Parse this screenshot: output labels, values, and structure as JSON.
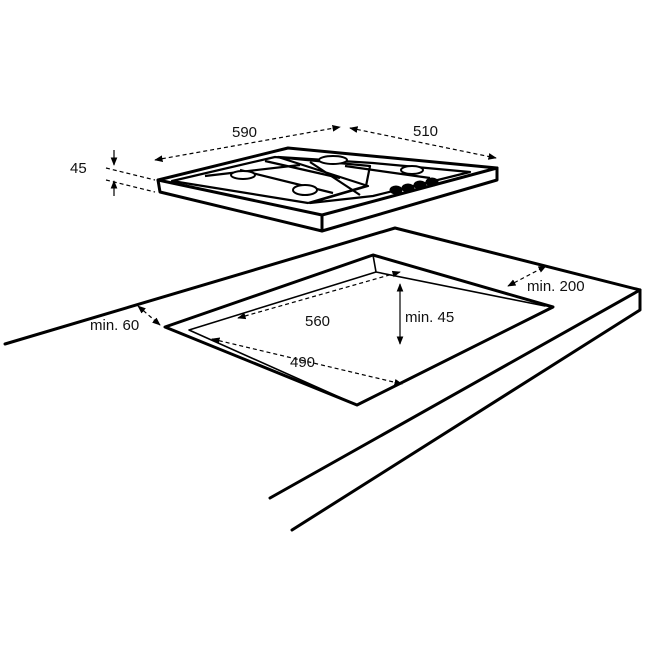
{
  "dimensions": {
    "hob_width": "590",
    "hob_depth": "510",
    "hob_height": "45",
    "cutout_width": "560",
    "cutout_depth": "490",
    "min_depth_below": "min. 45",
    "min_back_clearance": "min. 200",
    "min_front_clearance": "min. 60"
  },
  "colors": {
    "line": "#000000",
    "background": "#ffffff"
  }
}
